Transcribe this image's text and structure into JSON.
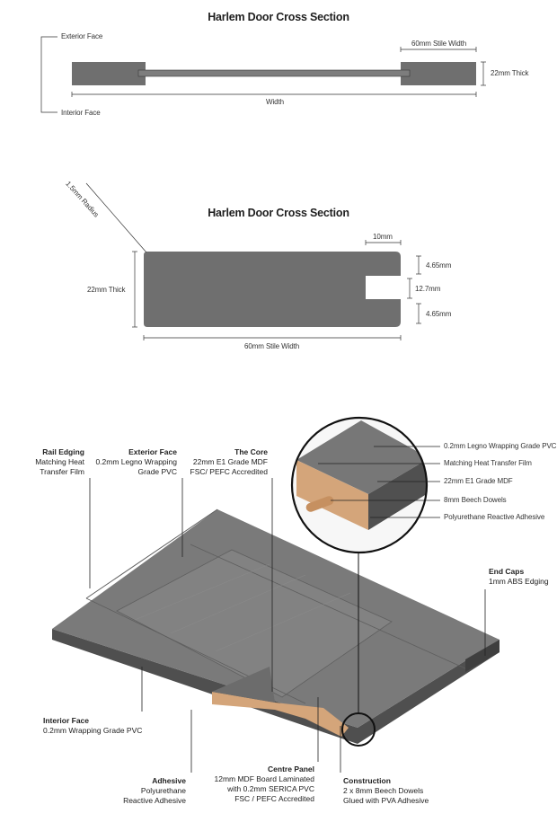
{
  "section1": {
    "title": "Harlem Door Cross Section",
    "exterior_face": "Exterior Face",
    "interior_face": "Interior Face",
    "stile_width": "60mm Stile Width",
    "thick": "22mm Thick",
    "width": "Width"
  },
  "section2": {
    "title": "Harlem Door Cross Section",
    "radius": "1.5mm Radius",
    "thick": "22mm Thick",
    "groove_depth": "10mm",
    "top_dim": "4.65mm",
    "groove_dim": "12.7mm",
    "bottom_dim": "4.65mm",
    "stile_width": "60mm Stile Width"
  },
  "zoom_labels": [
    "0.2mm Legno Wrapping Grade PVC",
    "Matching Heat Transfer Film",
    "22mm E1 Grade MDF",
    "8mm Beech Dowels",
    "Polyurethane Reactive Adhesive"
  ],
  "callouts": {
    "rail_edging": {
      "heading": "Rail Edging",
      "lines": [
        "Matching Heat",
        "Transfer Film"
      ]
    },
    "exterior_face": {
      "heading": "Exterior Face",
      "lines": [
        "0.2mm Legno Wrapping",
        "Grade PVC"
      ]
    },
    "the_core": {
      "heading": "The Core",
      "lines": [
        "22mm E1 Grade MDF",
        "FSC/ PEFC Accredited"
      ]
    },
    "end_caps": {
      "heading": "End Caps",
      "lines": [
        "1mm ABS Edging"
      ]
    },
    "interior_face": {
      "heading": "Interior Face",
      "lines": [
        "0.2mm Wrapping Grade PVC"
      ]
    },
    "adhesive": {
      "heading": "Adhesive",
      "lines": [
        "Polyurethane",
        "Reactive Adhesive"
      ]
    },
    "centre_panel": {
      "heading": "Centre Panel",
      "lines": [
        "12mm MDF Board Laminated",
        "with 0.2mm SERICA PVC",
        "FSC / PEFC Accredited"
      ]
    },
    "construction": {
      "heading": "Construction",
      "lines": [
        "2 x 8mm Beech Dowels",
        "Glued with PVA Adhesive"
      ]
    }
  },
  "colors": {
    "panel_grey": "#6f6f6f",
    "panel_light": "#8a8a8a",
    "mdf": "#d4a57a",
    "line": "#222222"
  }
}
